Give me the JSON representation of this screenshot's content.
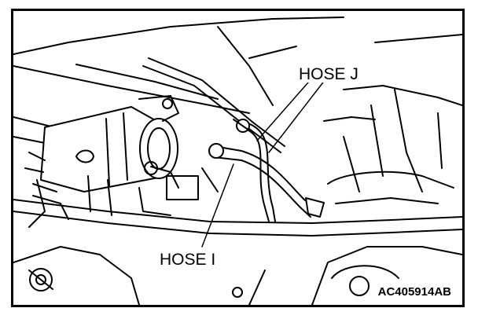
{
  "labels": {
    "hose_j": "HOSE J",
    "hose_i": "HOSE I"
  },
  "figure_code": "AC405914AB",
  "colors": {
    "ink": "#000000",
    "paper": "#ffffff"
  }
}
